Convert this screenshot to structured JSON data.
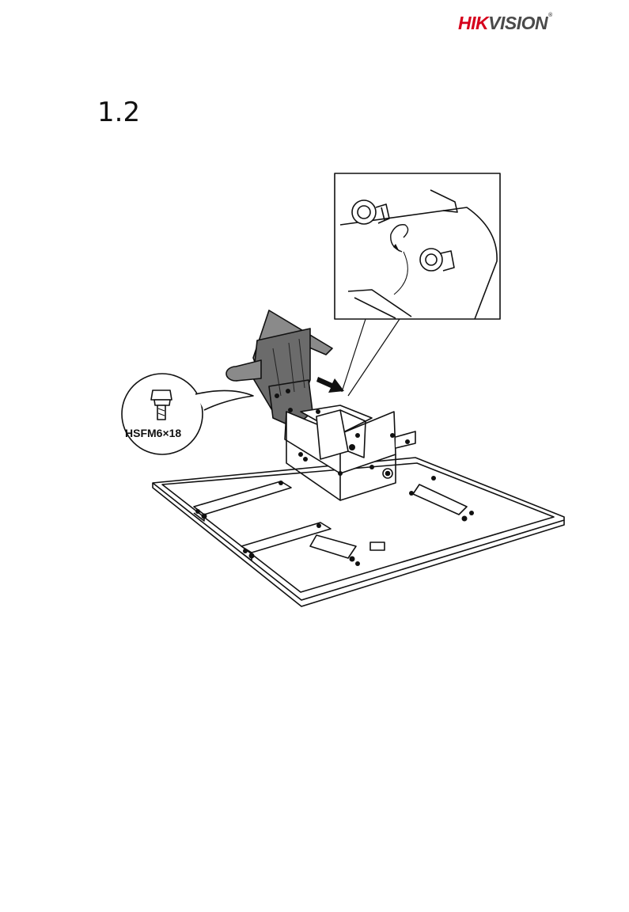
{
  "header": {
    "brand_part1": "HIK",
    "brand_part2": "VISION",
    "registered": "®"
  },
  "step": {
    "number": "1.2"
  },
  "figure": {
    "screw_label": "HSFM6×18"
  },
  "colors": {
    "brand_red": "#d6001c",
    "brand_gray": "#4a4a4a",
    "line": "#111111",
    "bracket_fill": "#6b6b6b"
  }
}
